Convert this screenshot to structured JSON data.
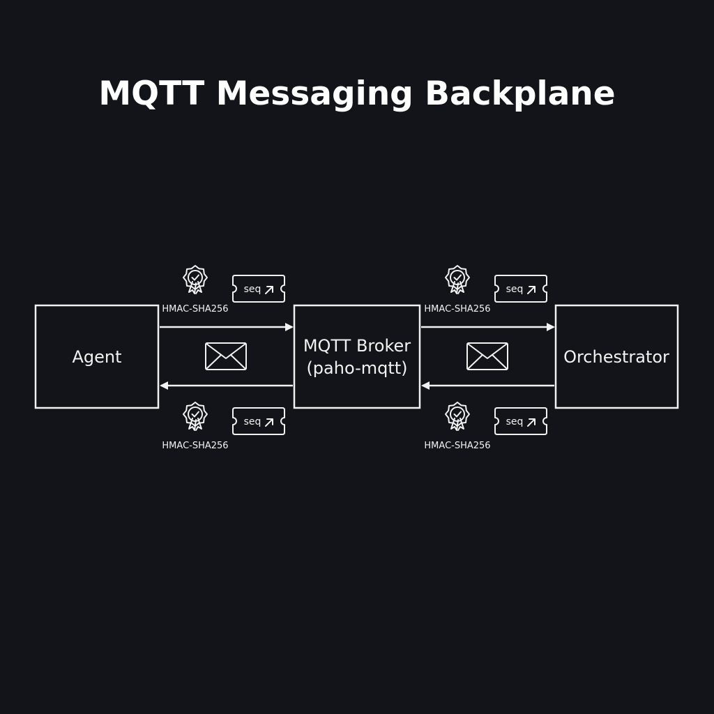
{
  "title": "MQTT Messaging Backplane",
  "nodes": {
    "agent": {
      "label": "Agent"
    },
    "broker": {
      "label_line1": "MQTT Broker",
      "label_line2": "(paho-mqtt)"
    },
    "orchestrator": {
      "label": "Orchestrator"
    }
  },
  "annotations": {
    "hmac": "HMAC-SHA256",
    "seq": "seq"
  },
  "icons": {
    "badge": "verified-badge-icon",
    "ticket": "ticket-icon",
    "envelope": "envelope-icon",
    "arrow": "arrow-up-right-icon"
  },
  "colors": {
    "background": "#121419",
    "foreground": "#f2f2f2"
  }
}
